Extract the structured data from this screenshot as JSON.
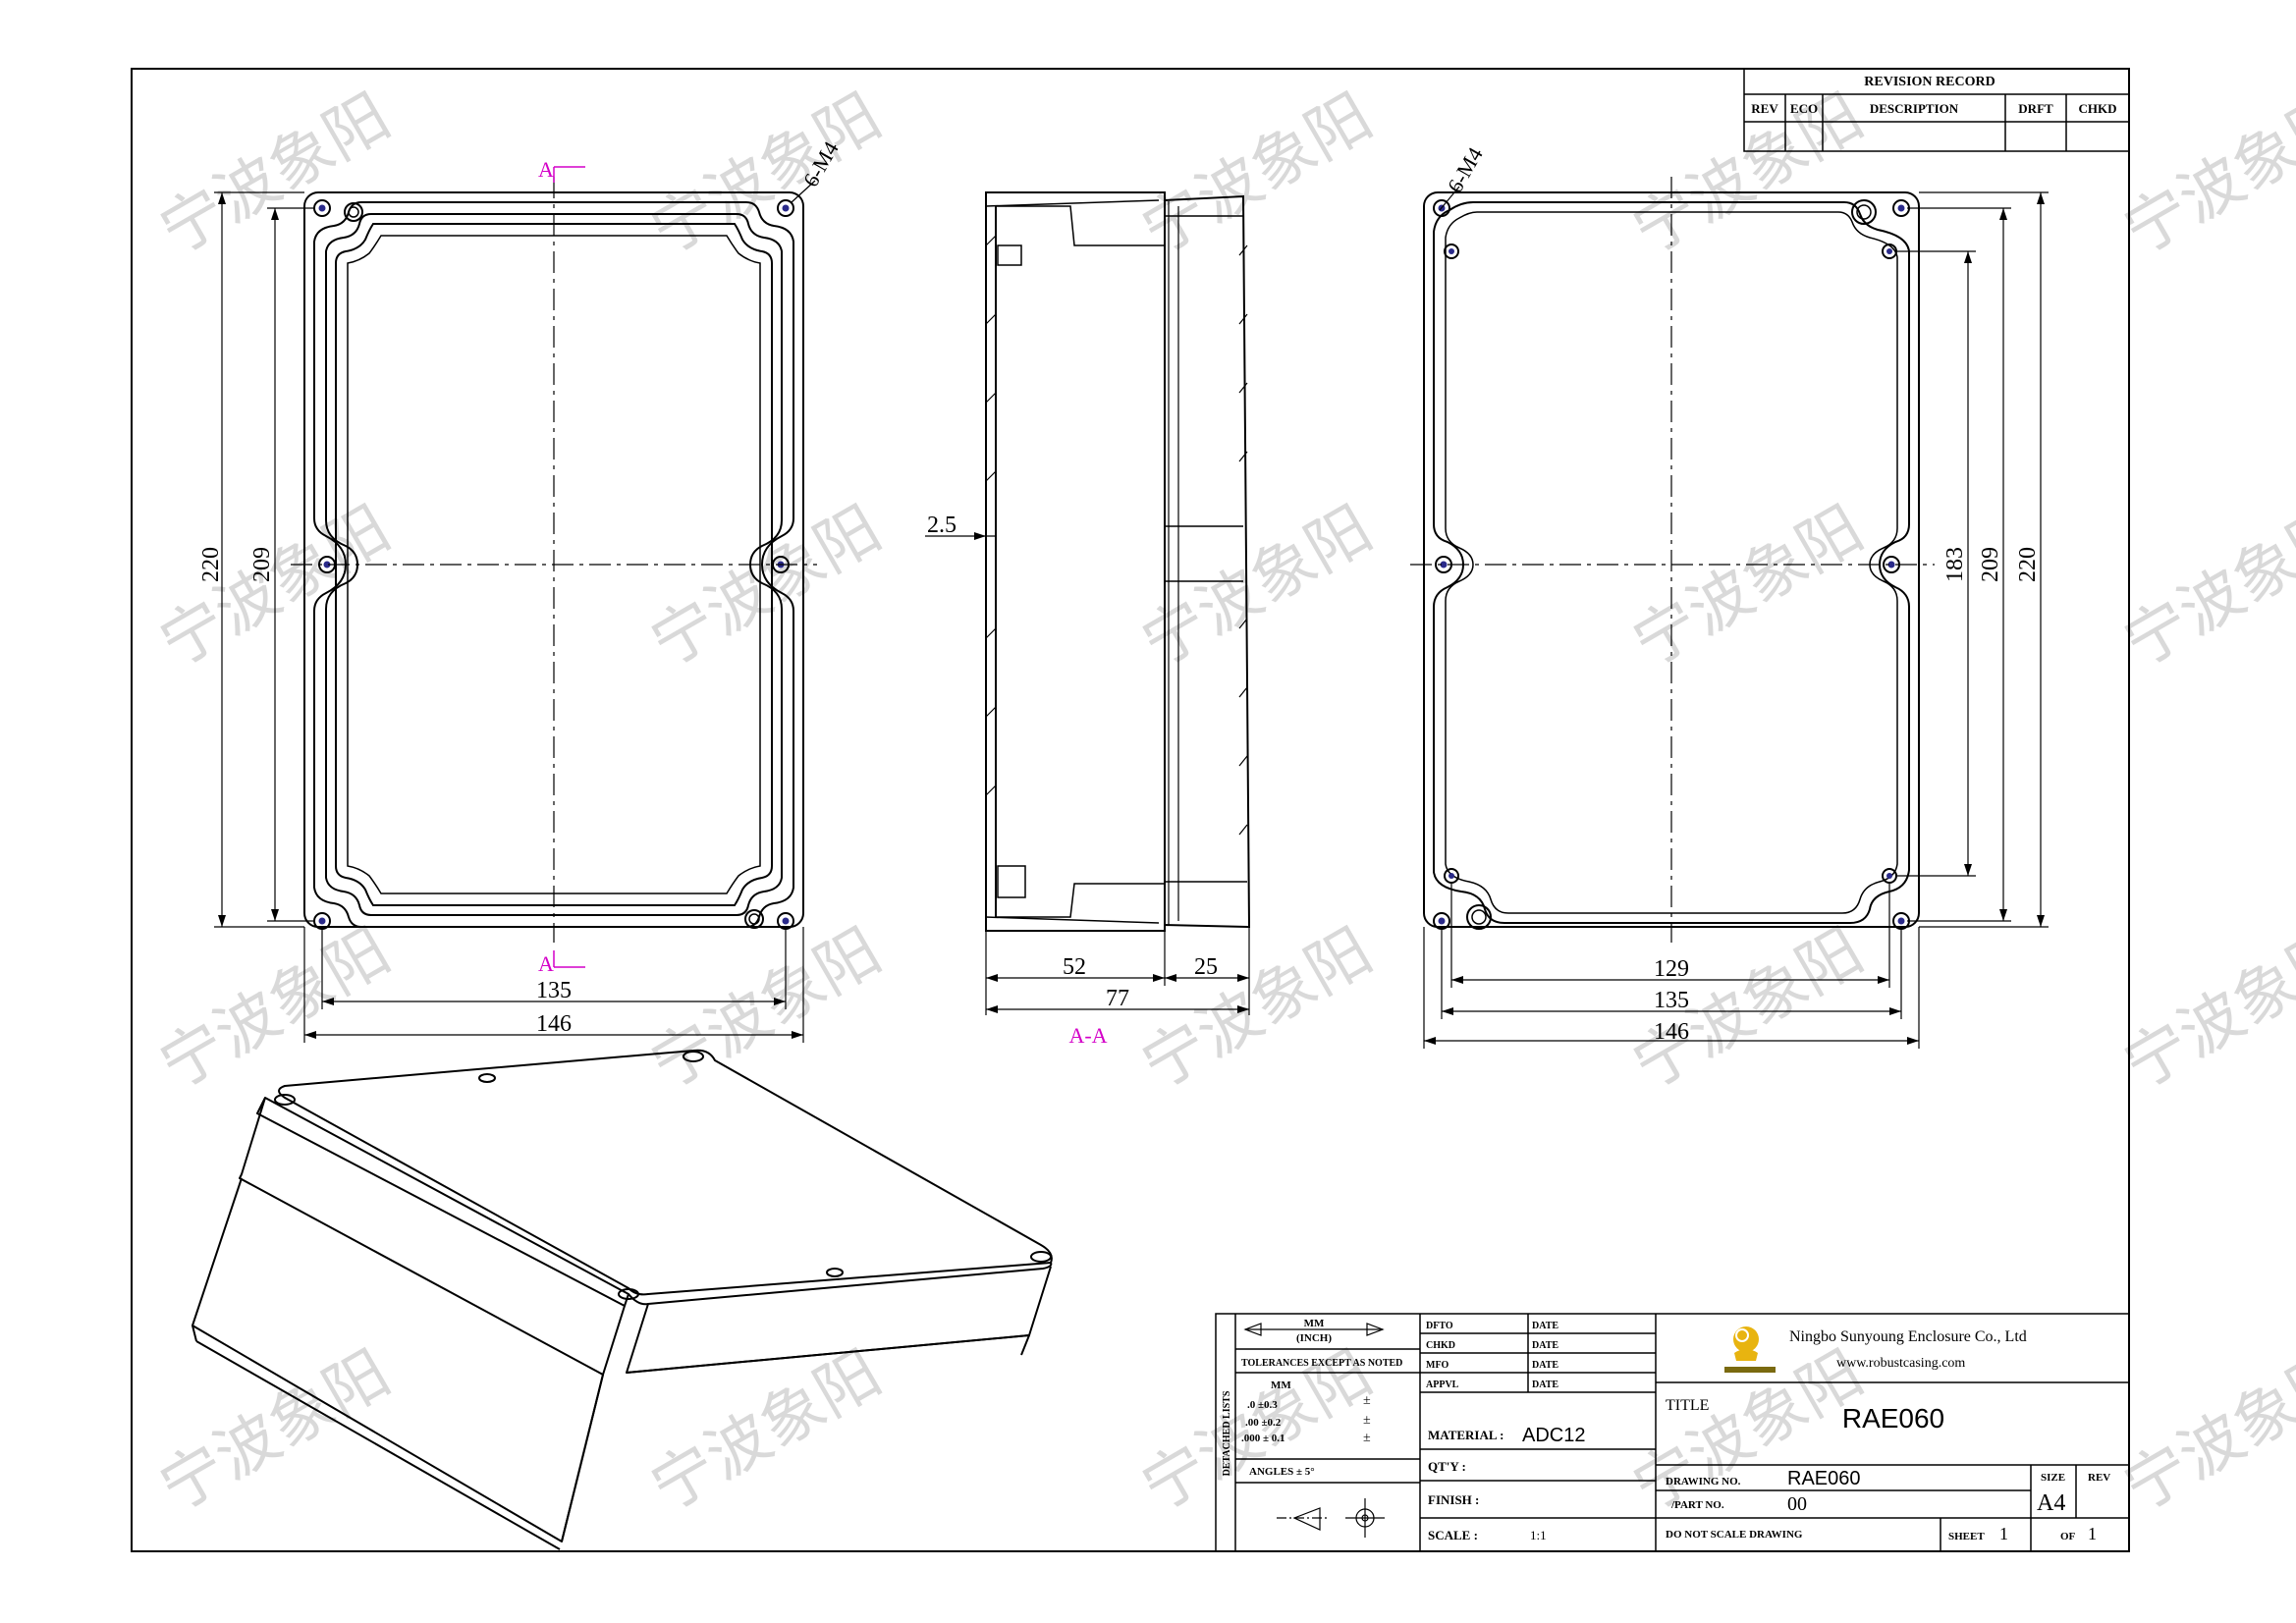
{
  "revision_record": {
    "title": "REVISION RECORD",
    "columns": [
      "REV",
      "ECO",
      "DESCRIPTION",
      "DRFT",
      "CHKD"
    ]
  },
  "watermark": "宁波象阳",
  "views": {
    "front": {
      "section_label": "A",
      "hole_callout": "6-M4",
      "dim_height_outer": "220",
      "dim_height_inner": "209",
      "dim_width_inner": "135",
      "dim_width_outer": "146"
    },
    "section": {
      "dim_wall": "2.5",
      "dim_lid": "52",
      "dim_base": "25",
      "dim_total": "77",
      "label": "A-A"
    },
    "back": {
      "hole_callout": "6-M4",
      "dim_183": "183",
      "dim_209": "209",
      "dim_220": "220",
      "dim_129": "129",
      "dim_135": "135",
      "dim_146": "146"
    }
  },
  "title_block": {
    "units_mm": "MM",
    "units_inch": "(INCH)",
    "tolerance_title": "TOLERANCES EXCEPT AS NOTED",
    "tolerance_unit": "MM",
    "tolerances": [
      ".0 ±0.3",
      ".00 ±0.2",
      ".000 ± 0.1"
    ],
    "tolerance_pm": "±",
    "angles": "ANGLES ± 5°",
    "side_label": "DETACHED LISTS",
    "sign_rows": [
      "DFTO",
      "CHKD",
      "MFO",
      "APPVL"
    ],
    "date_label": "DATE",
    "material_label": "MATERIAL :",
    "material_value": "ADC12",
    "qty_label": "QT'Y :",
    "finish_label": "FINISH :",
    "scale_label": "SCALE :",
    "scale_value": "1:1",
    "company": "Ningbo Sunyoung Enclosure Co., Ltd",
    "website": "www.robustcasing.com",
    "title_label": "TITLE",
    "title_value": "RAE060",
    "drawing_no_label": "DRAWING NO.",
    "drawing_no_value": "RAE060",
    "part_no_label": "/PART NO.",
    "part_no_value": "00",
    "size_label": "SIZE",
    "size_value": "A4",
    "rev_label": "REV",
    "do_not_scale": "DO NOT SCALE DRAWING",
    "sheet_label": "SHEET",
    "sheet_value": "1",
    "of_label": "OF",
    "of_value": "1"
  }
}
